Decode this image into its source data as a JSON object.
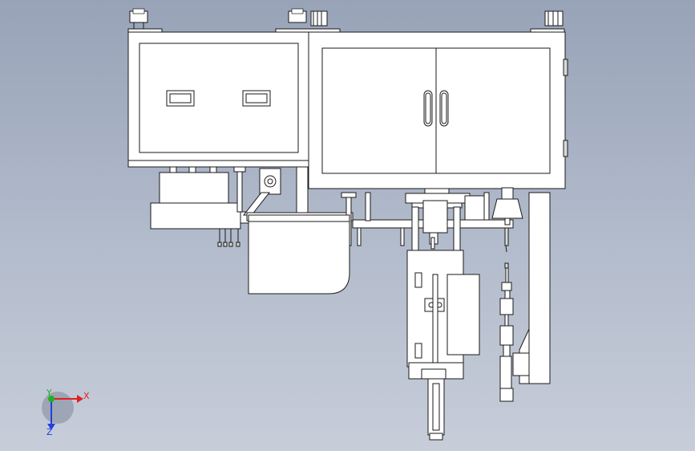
{
  "triad": {
    "x_label": "X",
    "y_label": "Y",
    "z_label": "Z",
    "x_color": "#e02020",
    "y_color": "#20b020",
    "z_color": "#2040e0"
  },
  "colors": {
    "background_top": "#98a3b8",
    "background_bottom": "#c7cdd9",
    "line": "#1a1a1a",
    "fill": "#ffffff"
  }
}
